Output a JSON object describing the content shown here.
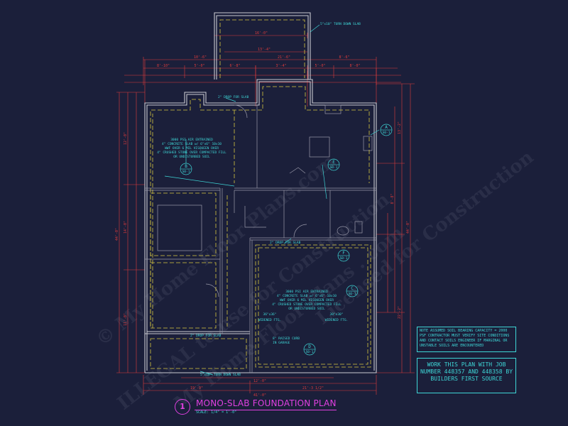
{
  "drawing": {
    "title": "MONO-SLAB FOUNDATION PLAN",
    "number": "1",
    "scale": "SCALE: 1/4\" = 1'-0\"",
    "watermarks": [
      "© My Home Floor Plans.com",
      "ILLEGAL to use for Construction",
      "My Home Floor Plans . com",
      "Licensed for Construction"
    ]
  },
  "notes": {
    "soil": "NOTE ASSUMED SOIL BEARING CAPACITY = 2000 PSF CONTRACTOR MUST VERIFY SITE CONDITIONS AND CONTACT SOILS ENGINEER IF MARGINAL OR UNSTABLE SOILS ARE ENCOUNTERED",
    "job": "WORK THIS PLAN WITH JOB NUMBER 448357 AND 448358 BY BUILDERS FIRST SOURCE"
  },
  "labels": {
    "turn_down_top": "5\"x10\" TURN DOWN SLAB",
    "turn_down_bottom": "5\"x10\" TURN DOWN SLAB",
    "drop_slab_1": "2\" DROP FOR SLAB",
    "drop_slab_2": "2\" DROP FOR SLAB",
    "drop_slab_3": "2\" DROP FOR SLAB",
    "slab_spec_1": [
      "3000 PSI AIR ENTRAINED",
      "4\" CONCRETE SLAB w/ 6\"x6\" 10x10",
      "WWF OVER 6 MIL VISQUEEN OVER",
      "4\" CRUSHED STONE OVER COMPACTED FILL",
      "OR UNDISTURBED SOIL"
    ],
    "slab_spec_2": [
      "3000 PSI AIR ENTRAINED",
      "4\" CONCRETE SLAB w/ 6\"x6\" 10x10",
      "WWF OVER 6 MIL VISQUEEN OVER",
      "4\" CRUSHED STONE OVER COMPACTED FILL",
      "OR UNDISTURBED SOIL"
    ],
    "widened_1": [
      "36\"x36\"",
      "WIDENED FTG."
    ],
    "widened_2": [
      "30\"x30\"",
      "WIDENED FTG."
    ],
    "garage_curb": [
      "8\" RAISED CURB",
      "IN GARAGE"
    ]
  },
  "sections": [
    {
      "letter": "A",
      "sheet": "S0-1"
    },
    {
      "letter": "B",
      "sheet": "S0-1"
    },
    {
      "letter": "E",
      "sheet": "S0-1"
    },
    {
      "letter": "F",
      "sheet": "S0-1"
    },
    {
      "letter": "C",
      "sheet": "S0-1"
    },
    {
      "letter": "D",
      "sheet": "S0-1"
    }
  ],
  "dims": {
    "top_overall": "16'-0\"",
    "top_inner": "13'-4\"",
    "row1": [
      "10'-6\"",
      "21'-6\"",
      "8'-6\""
    ],
    "row2": [
      "8'-10\"",
      "5'-0\"",
      "6'-8\"",
      "3'-4\"",
      "5'-0\"",
      "8'-0\""
    ],
    "bottom_overall": "41'-0\"",
    "bottom_row": [
      "19'-9\"",
      "21'-3 1/2\""
    ],
    "bottom_inner": "12'-0\"",
    "left_overall": "44'-0\"",
    "right_overall": "44'-0\"",
    "left_side": [
      "12'-0\"",
      "14'-0\"",
      "11'-0\""
    ],
    "right_side": [
      "13'-2\"",
      "8'-8\"",
      "22'-2\""
    ]
  },
  "colors": {
    "background": "#1b1f3a",
    "walls": "#c8c8d0",
    "dimension": "#e03c3c",
    "footing": "#d8c840",
    "text": "#3ed6d6",
    "title": "#e040e0"
  }
}
